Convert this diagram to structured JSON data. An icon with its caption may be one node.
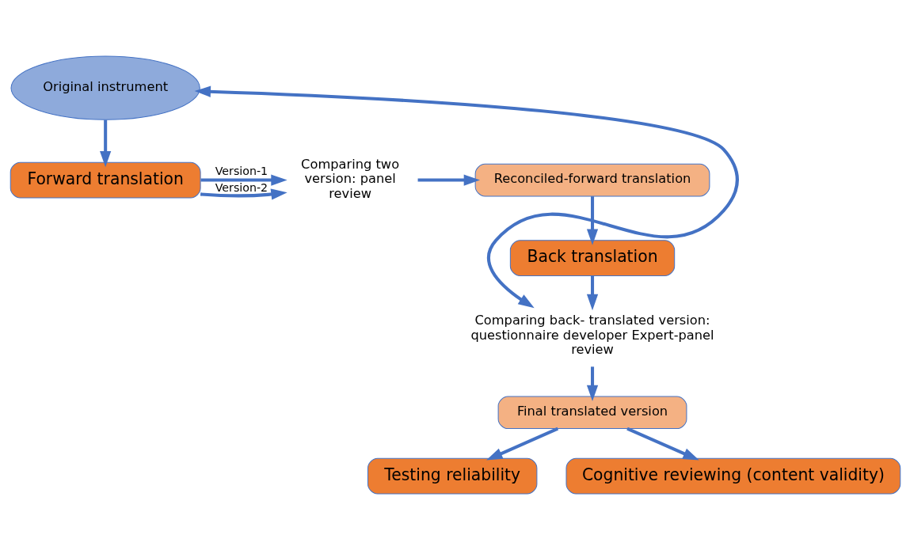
{
  "diagram": {
    "nodes": [
      {
        "text": [
          "Original instrument"
        ]
      },
      {
        "text": [
          "Forward translation"
        ]
      },
      {
        "text": [
          "Comparing two version: panel review"
        ]
      },
      {
        "text": [
          "Reconciled-forward translation"
        ]
      },
      {
        "text": [
          "Back translation"
        ]
      },
      {
        "text": [
          "Comparing back- translated version: questionnaire developer Expert-panel review"
        ]
      },
      {
        "text": [
          "Final translated version"
        ]
      },
      {
        "text": [
          "Testing reliability"
        ]
      },
      {
        "text": [
          "Cognitive reviewing (content validity)"
        ]
      }
    ],
    "edges": [
      {
        "from": 0,
        "to": 1,
        "arrow": "to"
      },
      {
        "from": 1,
        "to": 2,
        "arrow": "to",
        "label": "Version-1"
      },
      {
        "from": 1,
        "to": 2,
        "arrow": "to",
        "label": "Version-2"
      },
      {
        "from": 2,
        "to": 3,
        "arrow": "to"
      },
      {
        "from": 3,
        "to": 4,
        "arrow": "to"
      },
      {
        "from": 4,
        "to": 5,
        "arrow": "to"
      },
      {
        "from": 5,
        "to": 0,
        "arrow": "both"
      },
      {
        "from": 5,
        "to": 6,
        "arrow": "to"
      },
      {
        "from": 6,
        "to": 7,
        "arrow": "to"
      },
      {
        "from": 6,
        "to": 8,
        "arrow": "to"
      }
    ]
  }
}
